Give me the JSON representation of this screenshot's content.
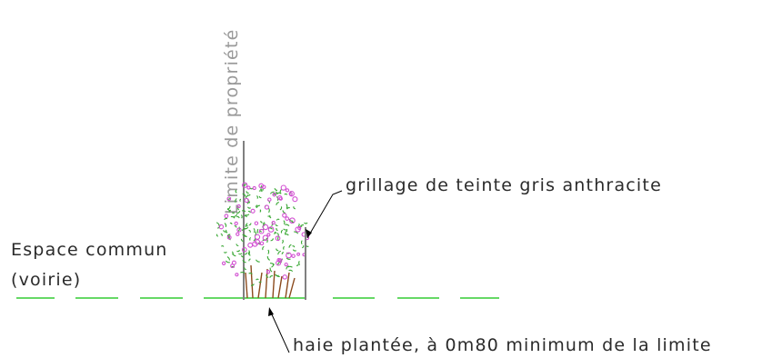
{
  "labels": {
    "property_limit": "Limite de propriété",
    "fence": "grillage de teinte gris anthracite",
    "common_space_line1": "Espace commun",
    "common_space_line2": "(voirie)",
    "hedge": "haie plantée, à 0m80 minimum de la limite"
  },
  "colors": {
    "ground_line": "#33cc33",
    "property_line": "#9a9a9a",
    "fence_post": "#808080",
    "foliage": "#3aa835",
    "flowers": "#d24fd2",
    "trunks": "#8b4a1c",
    "text": "#2b2b2b",
    "vertical_text": "#9a9a9a"
  }
}
